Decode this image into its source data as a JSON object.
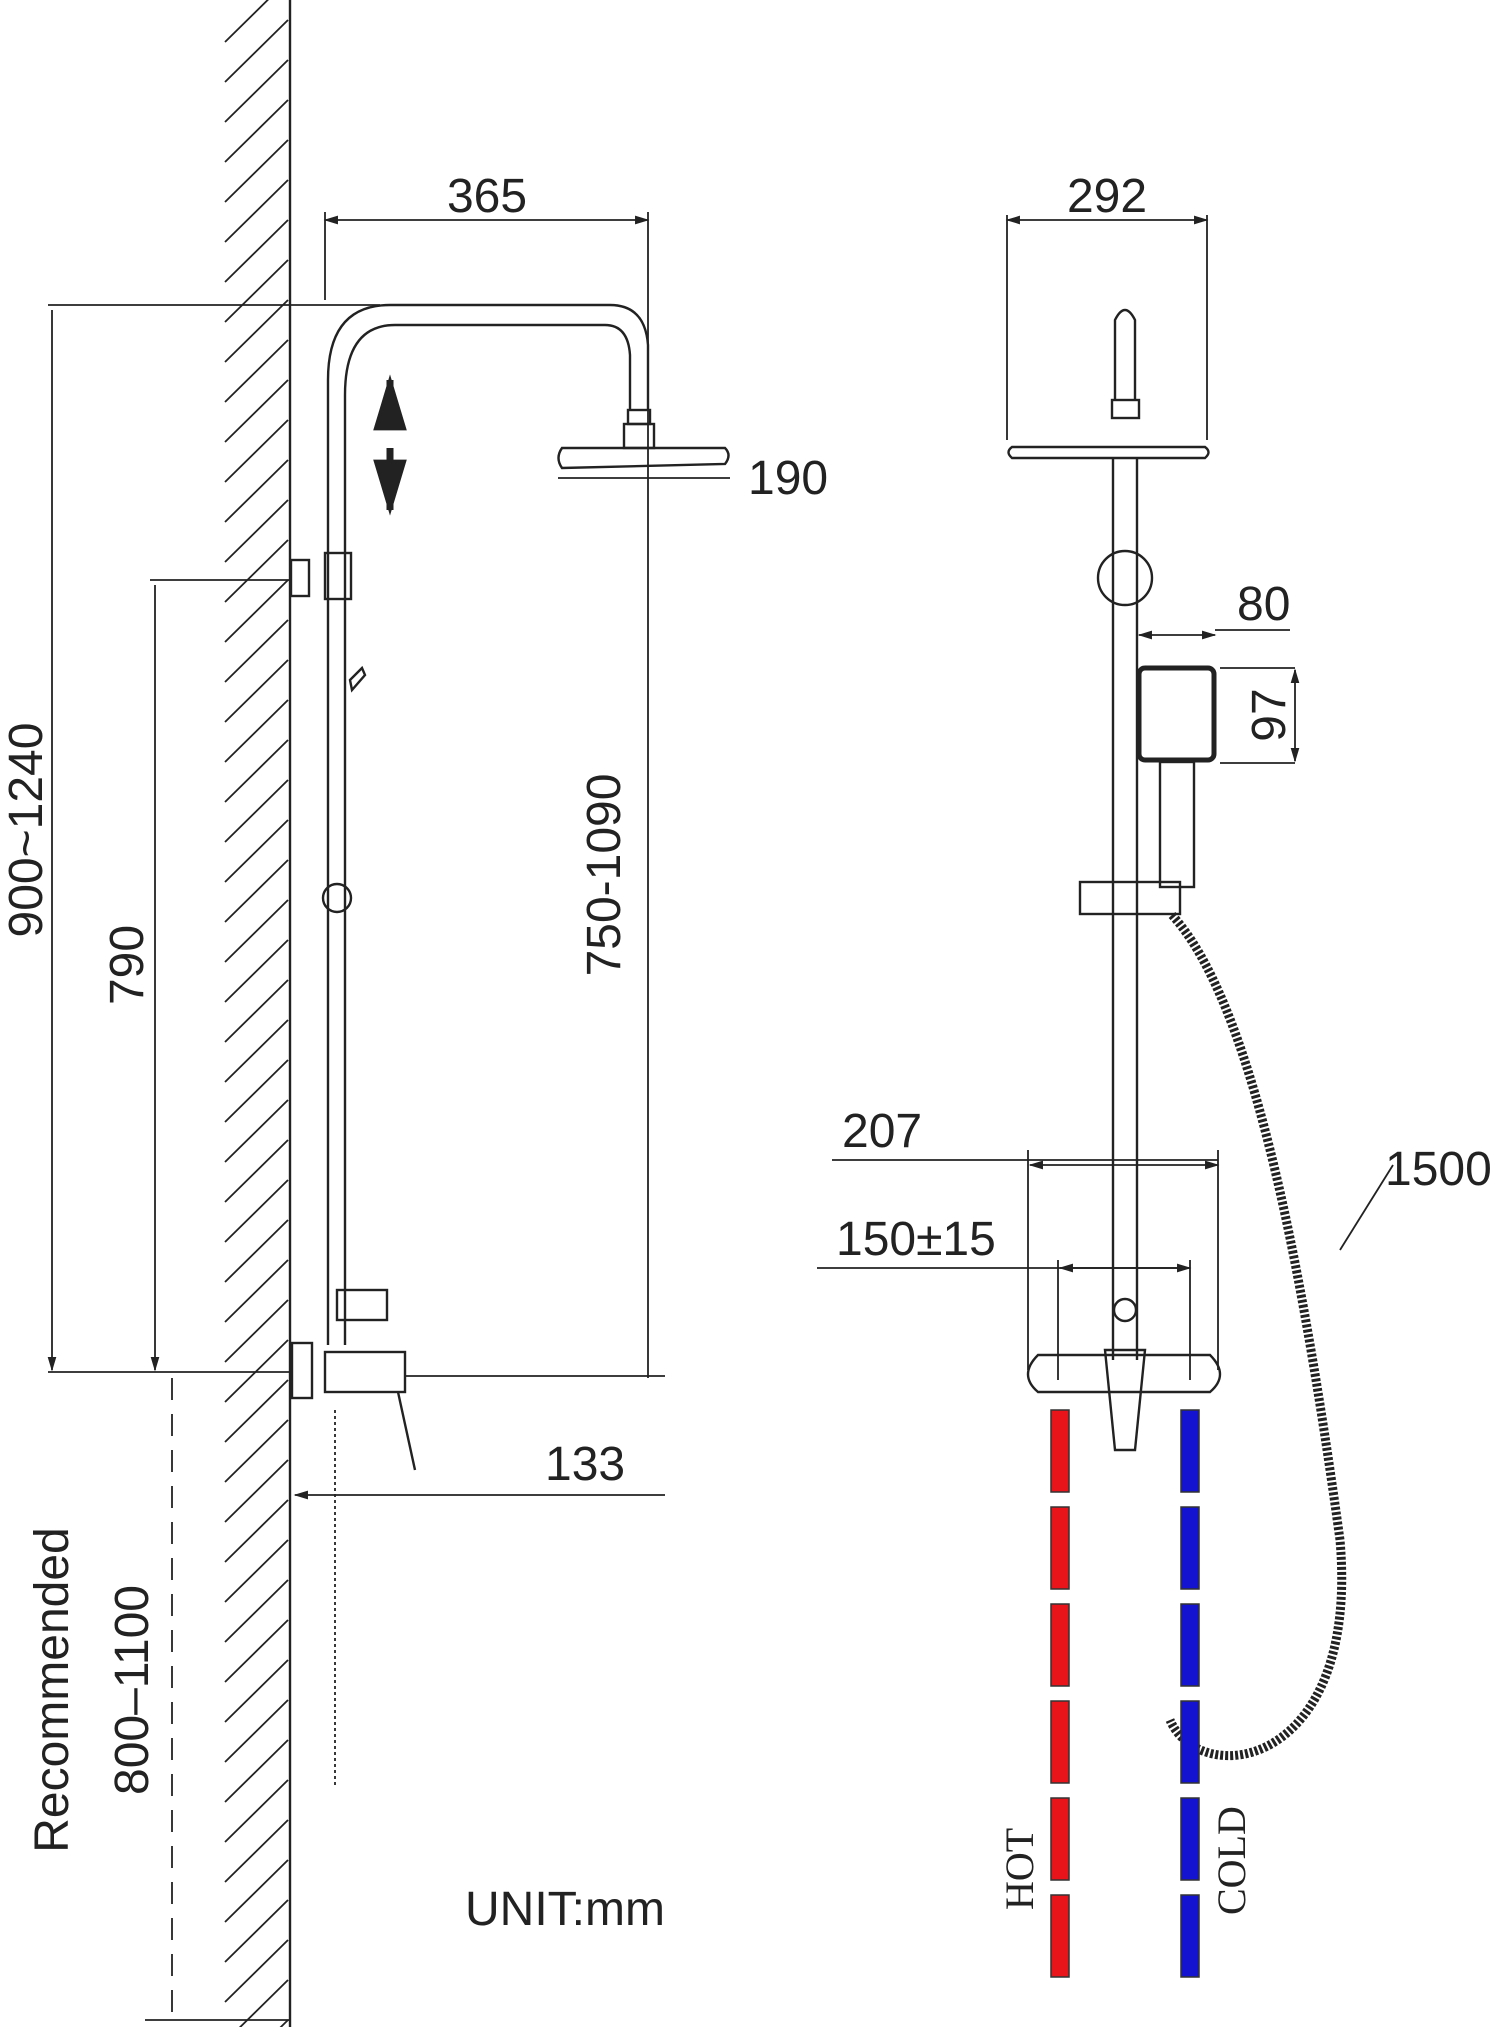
{
  "title": "Shower system installation dimensions",
  "unit_label": "UNIT:mm",
  "side_view": {
    "arm_reach": "365",
    "head_thickness": "190",
    "total_height": "900~1240",
    "bracket_height": "790",
    "adjustable_height": "750-1090",
    "mixer_projection": "133",
    "recommended_label": "Recommended",
    "recommended_range": "800–1100"
  },
  "front_view": {
    "head_width": "292",
    "hand_shower_width": "80",
    "hand_shower_height": "97",
    "mixer_width": "207",
    "inlet_spacing": "150±15",
    "hose_length": "1500",
    "hot_label": "HOT",
    "cold_label": "COLD"
  },
  "colors": {
    "hot": "#e8141a",
    "cold": "#1414d0",
    "line": "#222222"
  }
}
